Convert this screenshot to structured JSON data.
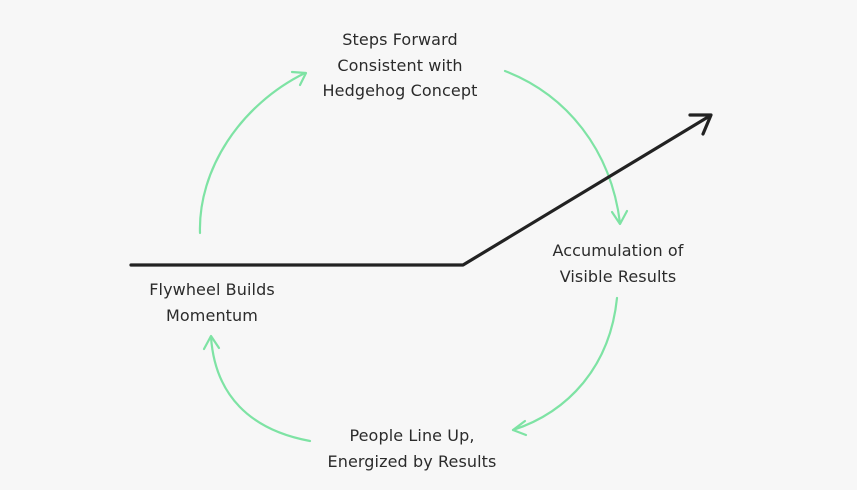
{
  "colors": {
    "background": "#f7f7f7",
    "cycle_arrow": "#7ee3a4",
    "trend_line": "#222222",
    "text": "#2b2b2b"
  },
  "labels": {
    "top": [
      "Steps Forward",
      "Consistent with",
      "Hedgehog Concept"
    ],
    "right": [
      "Accumulation of",
      "Visible Results"
    ],
    "bottom": [
      "People Line Up,",
      "Energized by Results"
    ],
    "left": [
      "Flywheel Builds",
      "Momentum"
    ]
  }
}
